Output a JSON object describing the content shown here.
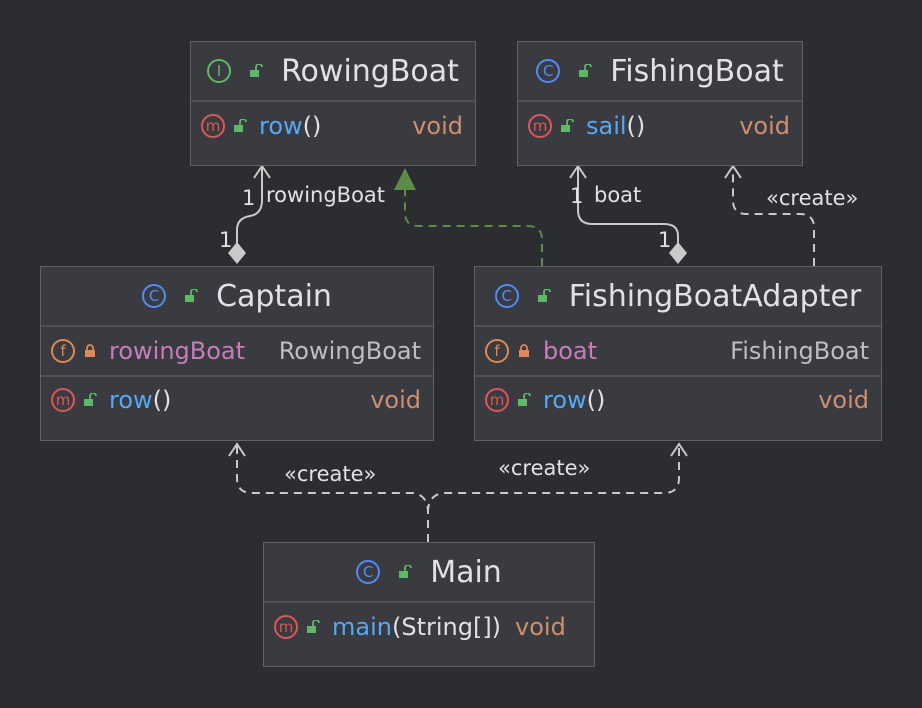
{
  "classes": {
    "rowing_boat": {
      "kind": "I",
      "name": "RowingBoat",
      "methods": [
        {
          "kind": "m",
          "name": "row",
          "params": "()",
          "type": "void"
        }
      ]
    },
    "fishing_boat": {
      "kind": "C",
      "name": "FishingBoat",
      "methods": [
        {
          "kind": "m",
          "name": "sail",
          "params": "()",
          "type": "void"
        }
      ]
    },
    "captain": {
      "kind": "C",
      "name": "Captain",
      "fields": [
        {
          "kind": "f",
          "name": "rowingBoat",
          "type": "RowingBoat"
        }
      ],
      "methods": [
        {
          "kind": "m",
          "name": "row",
          "params": "()",
          "type": "void"
        }
      ]
    },
    "adapter": {
      "kind": "C",
      "name": "FishingBoatAdapter",
      "fields": [
        {
          "kind": "f",
          "name": "boat",
          "type": "FishingBoat"
        }
      ],
      "methods": [
        {
          "kind": "m",
          "name": "row",
          "params": "()",
          "type": "void"
        }
      ]
    },
    "main": {
      "kind": "C",
      "name": "Main",
      "methods": [
        {
          "kind": "m",
          "name": "main",
          "params": "(String[])",
          "type": "void"
        }
      ]
    }
  },
  "edges": {
    "captain_rowingboat": {
      "role": "rowingBoat",
      "target_mult": "1",
      "source_mult": "1"
    },
    "adapter_fishingboat": {
      "role": "boat",
      "target_mult": "1",
      "source_mult": "1"
    },
    "adapter_creates_fishingboat": {
      "label": "«create»"
    },
    "main_creates_captain": {
      "label": "«create»"
    },
    "main_creates_adapter": {
      "label": "«create»"
    }
  },
  "colors": {
    "background": "#2b2d30",
    "box": "#393b40",
    "border": "#5e6166",
    "method": "#56a8f5",
    "field": "#c77dbb",
    "keyword_type": "#cf8e6d",
    "realization": "#5b8c48",
    "dependency": "#c9c9c9"
  }
}
